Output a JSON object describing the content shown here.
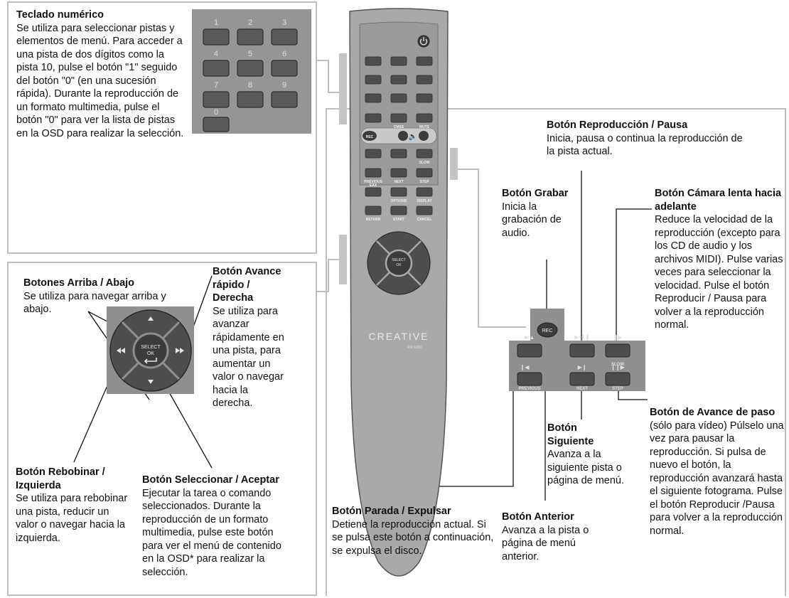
{
  "keypad": {
    "title": "Teclado numérico",
    "body": "Se utiliza para seleccionar pistas y elementos de menú. Para acceder a una pista de dos dígitos como la pista 10, pulse el botón \"1\" seguido del botón \"0\" (en una sucesión rápida). Durante la reproducción de un formato multimedia, pulse el botón \"0\" para ver la lista de pistas en la OSD para realizar la selección.",
    "digits": [
      "1",
      "2",
      "3",
      "4",
      "5",
      "6",
      "7",
      "8",
      "9",
      "0"
    ]
  },
  "updown": {
    "title": "Botones Arriba / Abajo",
    "body": "Se utiliza para navegar arriba y abajo."
  },
  "ffwd": {
    "title": "Botón Avance rápido / Derecha",
    "body": "Se utiliza para avanzar rápidamente en una pista, para aumentar un valor o navegar hacia la derecha."
  },
  "rewind": {
    "title": "Botón Rebobinar / Izquierda",
    "body": "Se utiliza para rebobinar una pista, reducir un valor o navegar hacia la izquierda."
  },
  "select": {
    "title": "Botón Seleccionar / Aceptar",
    "body": "Ejecutar la tarea o comando seleccionados. Durante la reproducción de un formato multimedia, pulse este botón para ver el menú de contenido en la OSD* para realizar la selección.",
    "label_top": "SELECT",
    "label_bottom": "OK"
  },
  "playpause": {
    "title": "Botón Reproducción / Pausa",
    "body": "Inicia, pausa o continua la reproducción de la pista actual."
  },
  "record": {
    "title": "Botón Grabar",
    "body": "Inicia la grabación de audio.",
    "label": "REC"
  },
  "slowfwd": {
    "title": "Botón Cámara lenta hacia adelante",
    "body": "Reduce la velocidad de la reproducción (excepto para los CD de audio y los archivos MIDI). Pulse varias veces para seleccionar la velocidad. Pulse el botón Reproducir / Pausa para volver a la reproducción normal."
  },
  "step": {
    "title": "Botón de Avance de paso",
    "body": "(sólo para vídeo) Púlselo una vez para pausar la reproducción. Si pulsa de nuevo el botón, la reproducción avanzará hasta el siguiente fotograma. Pulse el botón Reproducir /Pausa para volver a la reproducción normal."
  },
  "next": {
    "title": "Botón Siguiente",
    "body": "Avanza a la siguiente pista o página de menú."
  },
  "stop": {
    "title": "Botón Parada / Expulsar",
    "body": "Detiene la reproducción actual. Si se pulsa este botón a continuación, se expulsa el disco."
  },
  "previous": {
    "title": "Botón Anterior",
    "body": "Avanza a la pista o página de menú anterior."
  },
  "remote": {
    "brand": "CREATIVE",
    "model": "RM 1000",
    "labels": [
      "CMSS",
      "MUTE",
      "SLOW",
      "PREVIOUS",
      "NEXT",
      "STEP",
      "EAX",
      "OPTIONS",
      "DISPLAY",
      "RETURN",
      "START",
      "CANCEL",
      "REC"
    ]
  },
  "playback_cluster": {
    "labels": [
      "SLOW",
      "PREVIOUS",
      "NEXT",
      "STEP"
    ]
  }
}
